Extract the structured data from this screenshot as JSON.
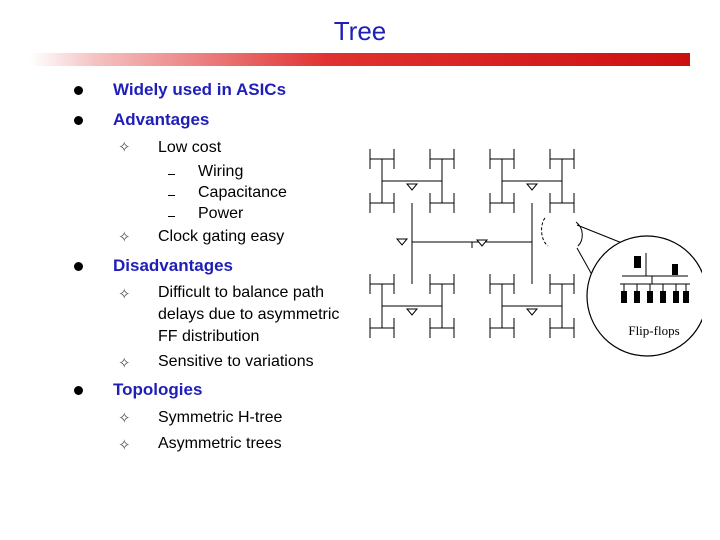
{
  "slide": {
    "title": "Tree",
    "bullets": {
      "widely_used": "Widely used in ASICs",
      "advantages": {
        "label": "Advantages",
        "low_cost": "Low cost",
        "wiring": "Wiring",
        "capacitance": "Capacitance",
        "power": "Power",
        "clock_gating": "Clock gating easy"
      },
      "disadvantages": {
        "label": "Disadvantages",
        "balance_line1": "Difficult to balance path",
        "balance_line2": "delays due to asymmetric",
        "balance_line3": "FF distribution",
        "variations": "Sensitive to variations"
      },
      "topologies": {
        "label": "Topologies",
        "h_tree": "Symmetric H-tree",
        "asym": "Asymmetric trees"
      }
    },
    "figure": {
      "callout_label": "Flip-flops"
    },
    "colors": {
      "title": "#1f1fb8",
      "heading": "#1f1fb8",
      "rule": "#cc1010"
    }
  }
}
